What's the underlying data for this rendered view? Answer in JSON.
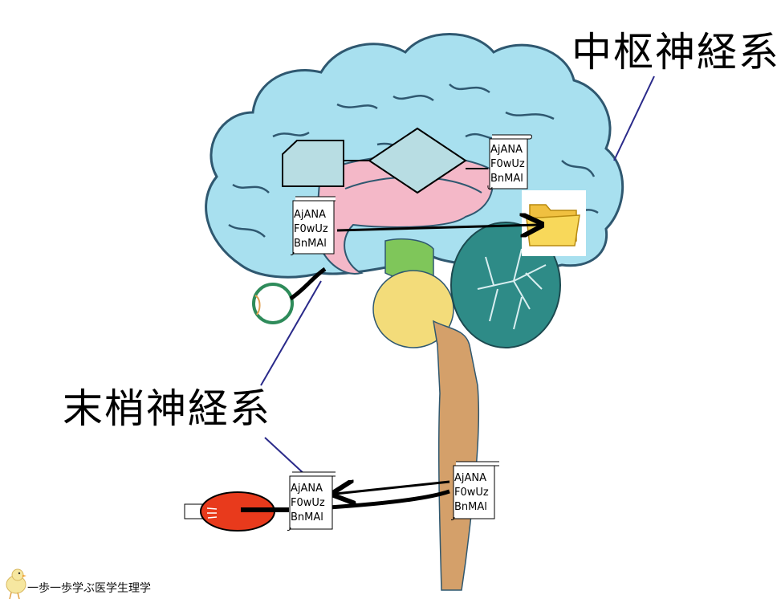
{
  "labels": {
    "central": "中枢神経系",
    "peripheral": "末梢神経系"
  },
  "scroll_lines": [
    "AjANA",
    "F0wUz",
    "BnMAl"
  ],
  "footer": {
    "text": "一歩一歩学ぶ医学生理学",
    "mascot": "chick-mascot-icon"
  },
  "colors": {
    "cerebrum": "#a8e0ef",
    "diencephalon": "#f4b8c8",
    "midbrain": "#7fc65a",
    "pons": "#f3dc7a",
    "cerebellum": "#2e8b87",
    "spinal_cord": "#d4a06a",
    "muscle": "#e83a1c",
    "leader_line": "#2a2a8a",
    "shape_fill": "#b8dde3"
  },
  "icons": {
    "folder": "folder-icon",
    "eye": "eye-icon",
    "muscle": "muscle-icon",
    "diamond": "diamond-shape",
    "card": "card-shape"
  }
}
